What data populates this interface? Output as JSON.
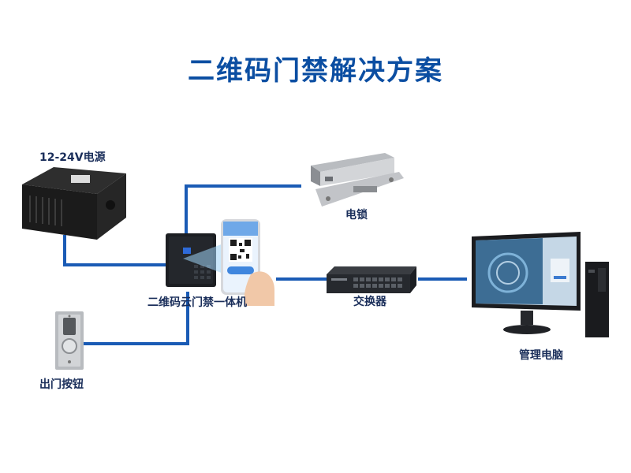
{
  "title": "二维码门禁解决方案",
  "labels": {
    "power": "12-24V电源",
    "lock": "电锁",
    "controller": "二维码云门禁一体机",
    "switch": "交换器",
    "button": "出门按钮",
    "pc": "管理电脑"
  },
  "colors": {
    "title": "#0b4ea2",
    "line": "#1a5bb5",
    "label": "#1a2e5a"
  },
  "icons": {
    "power": "power-supply-icon",
    "lock": "electric-lock-icon",
    "controller": "access-terminal-icon",
    "phone": "smartphone-qr-icon",
    "switch": "network-switch-icon",
    "button": "exit-button-icon",
    "pc": "computer-icon"
  }
}
